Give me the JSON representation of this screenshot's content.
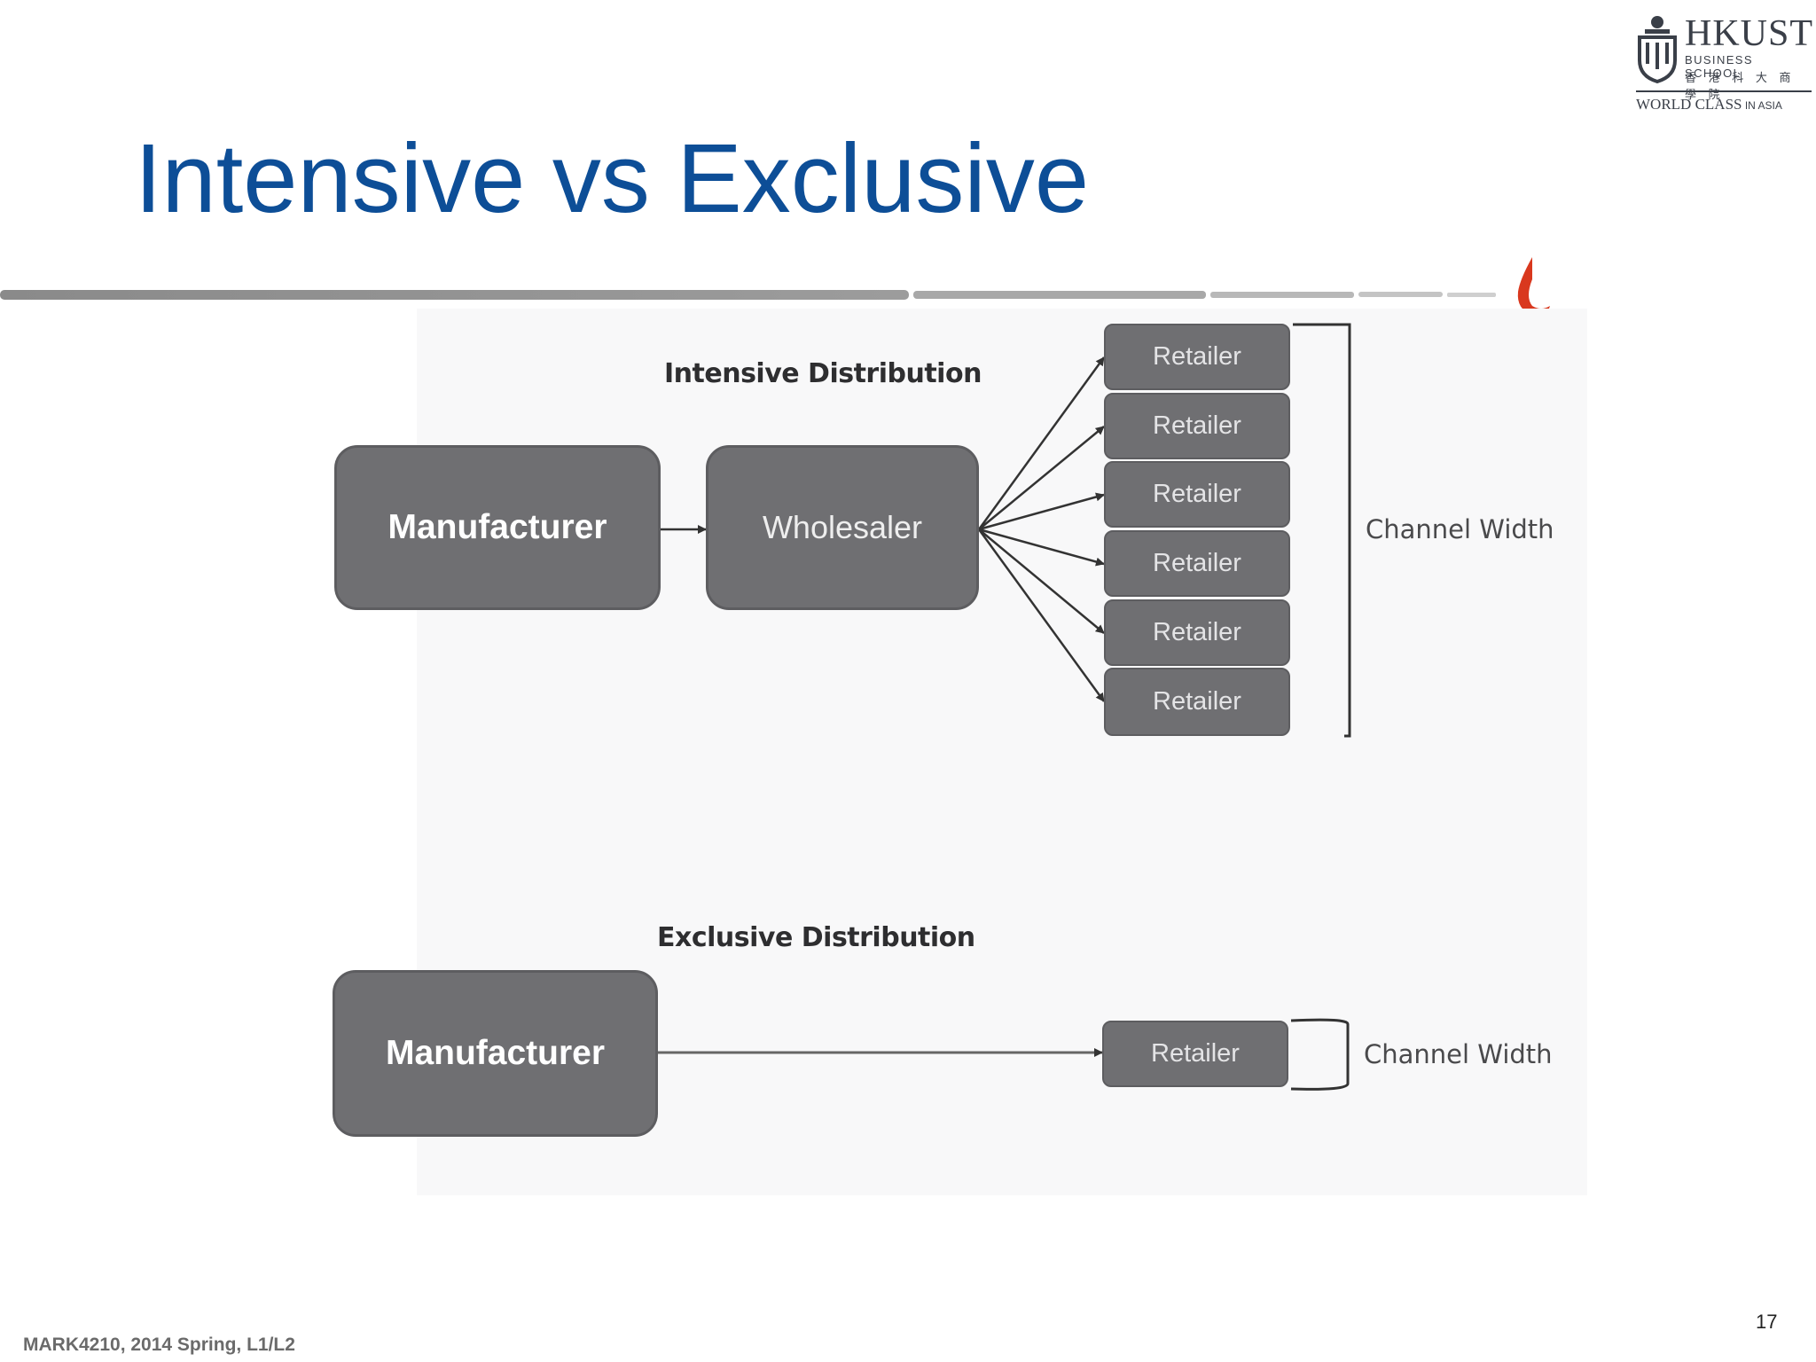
{
  "slide": {
    "title": "Intensive vs Exclusive",
    "footer": "MARK4210, 2014 Spring, L1/L2",
    "page_number": "17"
  },
  "logo": {
    "name": "HKUST",
    "line2": "BUSINESS SCHOOL",
    "line3": "香 港 科 大 商 學 院",
    "tagline_main": "WORLD CLASS",
    "tagline_small": " IN ASIA"
  },
  "intensive": {
    "heading": "Intensive Distribution",
    "manufacturer": "Manufacturer",
    "wholesaler": "Wholesaler",
    "retailers": [
      "Retailer",
      "Retailer",
      "Retailer",
      "Retailer",
      "Retailer",
      "Retailer"
    ],
    "width_label": "Channel Width"
  },
  "exclusive": {
    "heading": "Exclusive Distribution",
    "manufacturer": "Manufacturer",
    "retailer": "Retailer",
    "width_label": "Channel Width"
  },
  "colors": {
    "title": "#0d4e97",
    "box_fill": "#6f6f72",
    "accent_flame": "#d9381e"
  }
}
